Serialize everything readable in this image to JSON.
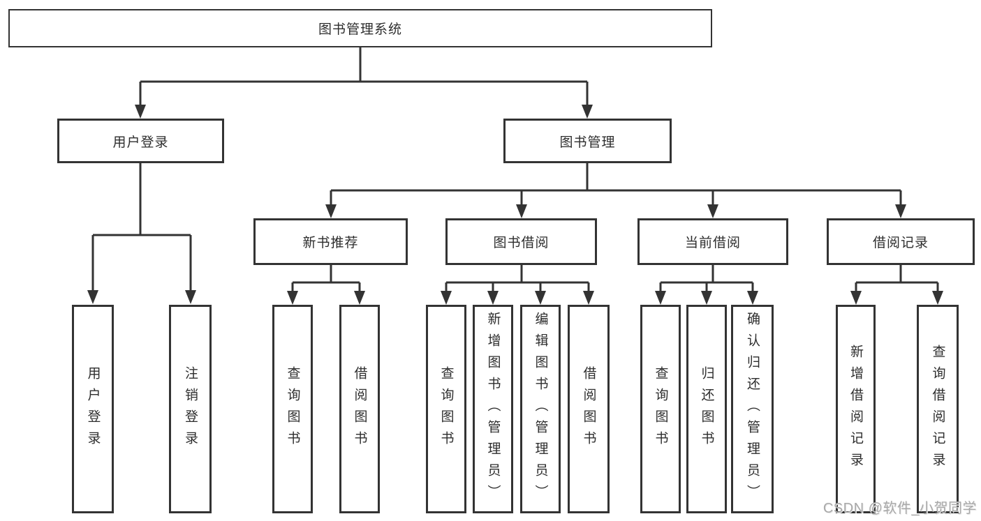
{
  "diagram_title": "图书管理系统",
  "colors": {
    "line": "#333333",
    "border": "#333333",
    "text": "#2d2d2d",
    "background": "#ffffff",
    "watermark": "#a9a9a9"
  },
  "tree": {
    "root": {
      "label": "图书管理系统",
      "children": [
        {
          "label": "用户登录",
          "children": [
            {
              "label": "用户登录"
            },
            {
              "label": "注销登录"
            }
          ]
        },
        {
          "label": "图书管理",
          "children": [
            {
              "label": "新书推荐",
              "children": [
                {
                  "label": "查询图书"
                },
                {
                  "label": "借阅图书"
                }
              ]
            },
            {
              "label": "图书借阅",
              "children": [
                {
                  "label": "查询图书"
                },
                {
                  "label": "新增图书（管理员）"
                },
                {
                  "label": "编辑图书（管理员）"
                },
                {
                  "label": "借阅图书"
                }
              ]
            },
            {
              "label": "当前借阅",
              "children": [
                {
                  "label": "查询图书"
                },
                {
                  "label": "归还图书"
                },
                {
                  "label": "确认归还（管理员）"
                }
              ]
            },
            {
              "label": "借阅记录",
              "children": [
                {
                  "label": "新增借阅记录"
                },
                {
                  "label": "查询借阅记录"
                }
              ]
            }
          ]
        }
      ]
    }
  },
  "watermark": "CSDN @软件_小贺同学"
}
